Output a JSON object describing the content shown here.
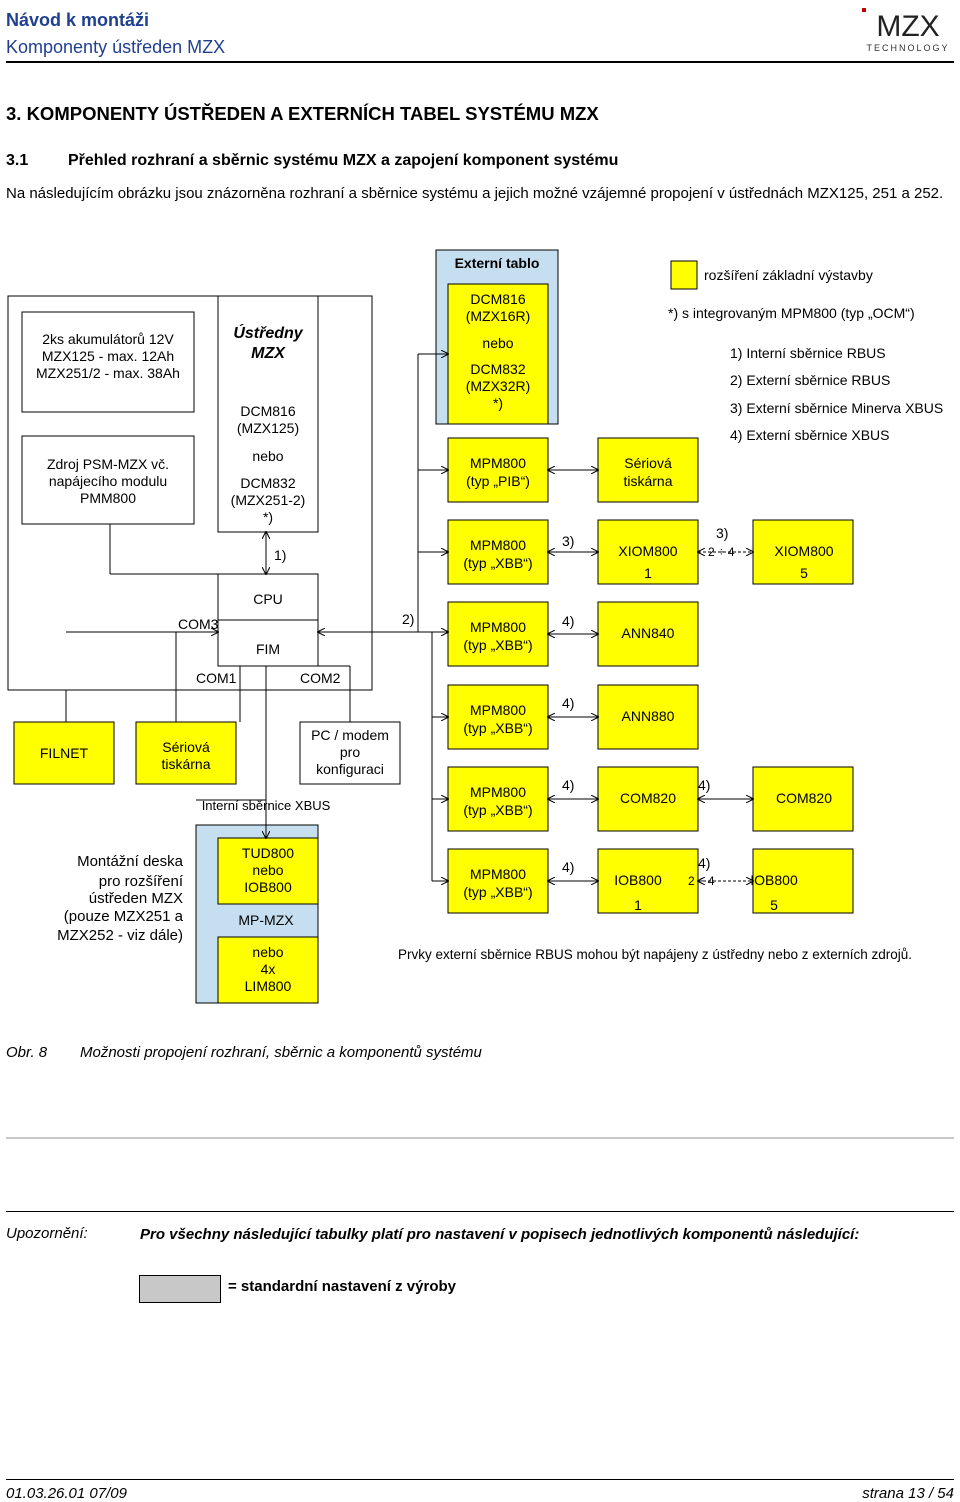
{
  "header": {
    "title": "Návod k montáži",
    "subtitle": "Komponenty ústředen MZX",
    "logo_text": "MZX",
    "logo_tagline": "TECHNOLOGY"
  },
  "section": {
    "heading": "3.   KOMPONENTY ÚSTŘEDEN A EXTERNÍCH TABEL SYSTÉMU MZX",
    "sub_number": "3.1",
    "sub_title": "Přehled rozhraní a sběrnic systému MZX a zapojení komponent systému",
    "intro": "Na následujícím obrázku jsou znázorněna rozhraní a sběrnice systému a jejich možné vzájemné propojení v ústřednách MZX125, 251 a 252."
  },
  "diagram": {
    "battery": [
      "2ks akumulátorů 12V",
      "MZX125 - max. 12Ah",
      "MZX251/2 - max. 38Ah"
    ],
    "psu": [
      "Zdroj PSM-MZX vč.",
      "napájecího modulu",
      "PMM800"
    ],
    "ustredny": [
      "Ústředny",
      "MZX"
    ],
    "dcm_main": [
      "DCM816",
      "(MZX125)",
      "nebo",
      "DCM832",
      "(MZX251-2)",
      "*)"
    ],
    "bus1": "1)",
    "cpu": "CPU",
    "fim": "FIM",
    "com3": "COM3",
    "com1": "COM1",
    "com2": "COM2",
    "bus2": "2)",
    "filnet": "FILNET",
    "printer_int": [
      "Sériová",
      "tiskárna"
    ],
    "pc": [
      "PC / modem",
      "pro",
      "konfiguraci"
    ],
    "xbus_int": "Interní sběrnice XBUS",
    "ext_tablo": "Externí tablo",
    "dcm_ext": [
      "DCM816",
      "(MZX16R)",
      "nebo",
      "DCM832",
      "(MZX32R)",
      "*)"
    ],
    "mpm_pib": [
      "MPM800",
      "(typ „PIB“)"
    ],
    "mpm_xbb": [
      "MPM800",
      "(typ „XBB“)"
    ],
    "printer_ext": [
      "Sériová",
      "tiskárna"
    ],
    "tud": [
      "TUD800",
      "nebo",
      "IOB800"
    ],
    "mpmzx": "MP-MZX",
    "lim": [
      "nebo",
      "4x",
      "LIM800"
    ],
    "mount": [
      "Montážní deska",
      "pro rozšíření",
      "ústředen MZX",
      "(pouze MZX251 a",
      "MZX252 - viz dále)"
    ],
    "xiom_a": [
      "XIOM800",
      "1"
    ],
    "xiom_b": [
      "XIOM800",
      "5"
    ],
    "ann840": "ANN840",
    "ann880": "ANN880",
    "com820": "COM820",
    "iob_a": [
      "IOB800",
      "1"
    ],
    "iob_b": [
      "IOB800",
      "5"
    ],
    "range": "2 ÷ 4",
    "n3": "3)",
    "n4": "4)",
    "legend_yellow": "rozšíření základní výstavby",
    "legend_notes": [
      "*) s integrovaným MPM800 (typ „OCM“)",
      "1) Interní sběrnice RBUS",
      "2) Externí sběrnice RBUS",
      "3) Externí sběrnice Minerva XBUS",
      "4) Externí sběrnice XBUS"
    ],
    "rbus_note": "Prvky externí sběrnice RBUS mohou být napájeny z ústředny nebo z externích zdrojů.",
    "colors": {
      "yellow": "#ffff00",
      "blue": "#c6dff0",
      "gray": "#c8c8c8"
    }
  },
  "caption": {
    "number": "Obr.  8",
    "text": "Možnosti propojení rozhraní, sběrnic a komponentů systému"
  },
  "warning": {
    "label": "Upozornění:",
    "text": "Pro všechny následující tabulky platí pro nastavení v popisech jednotlivých komponentů následující:",
    "legend": "= standardní nastavení z výroby"
  },
  "footer": {
    "left": "01.03.26.01 07/09",
    "right": "strana 13 / 54"
  }
}
